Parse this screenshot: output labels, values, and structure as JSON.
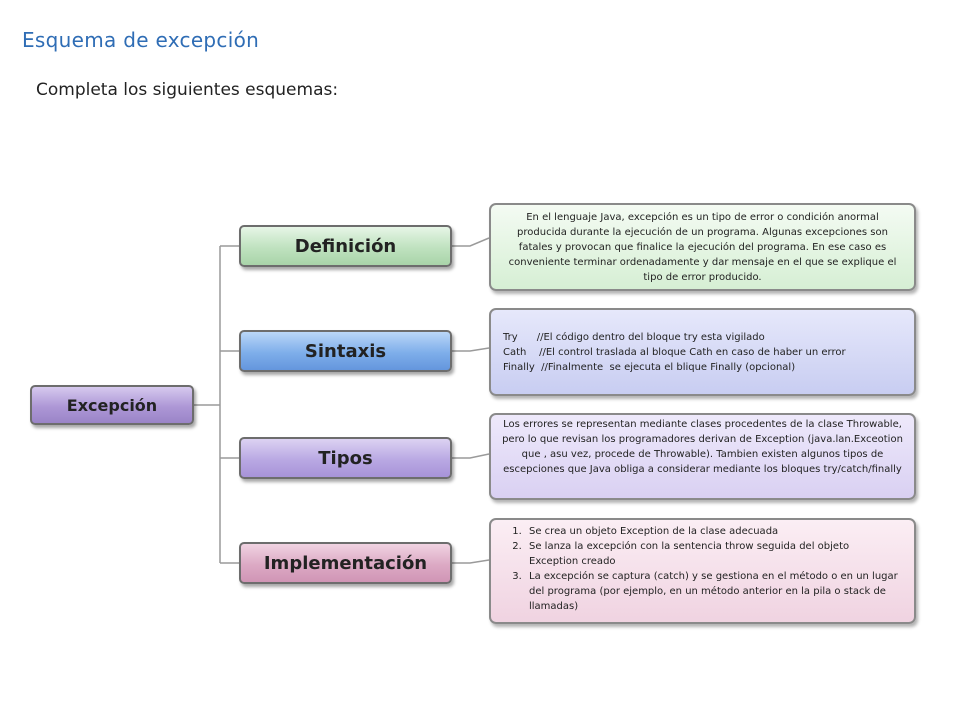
{
  "header": {
    "title": "Esquema de excepción",
    "subtitle": "Completa los siguientes esquemas:"
  },
  "diagram": {
    "root": "Excepción",
    "branches": [
      {
        "label": "Definición"
      },
      {
        "label": "Sintaxis"
      },
      {
        "label": "Tipos"
      },
      {
        "label": "Implementación"
      }
    ],
    "definicion_text": "En el lenguaje Java, excepción es un tipo de error o condición anormal producida durante la ejecución de un programa. Algunas excepciones son fatales y provocan que finalice la ejecución del programa. En ese caso es conveniente terminar ordenadamente y dar mensaje en el que se explique el tipo de error producido.",
    "sintaxis_lines": [
      "Try      //El código dentro del bloque try esta vigilado",
      "Cath    //El control traslada al bloque Cath en caso de haber un error",
      "Finally  //Finalmente  se ejecuta el blique Finally (opcional)"
    ],
    "tipos_text": "Los errores se representan mediante clases procedentes de la clase Throwable, pero lo que revisan los programadores derivan de Exception (java.lan.Exceotion  que , asu vez, procede de Throwable). Tambien existen algunos tipos de escepciones que Java obliga a considerar mediante los bloques try/catch/finally",
    "implementacion_steps": [
      "Se crea un objeto Exception de la clase adecuada",
      "Se lanza la excepción con  la sentencia throw seguida del objeto Exception creado",
      "La excepción se captura (catch) y se gestiona en el método o en un lugar del programa (por ejemplo, en un método anterior en la pila o stack de llamadas)"
    ]
  },
  "colors": {
    "title": "#2f6db5",
    "connector": "#9a9a9a"
  }
}
